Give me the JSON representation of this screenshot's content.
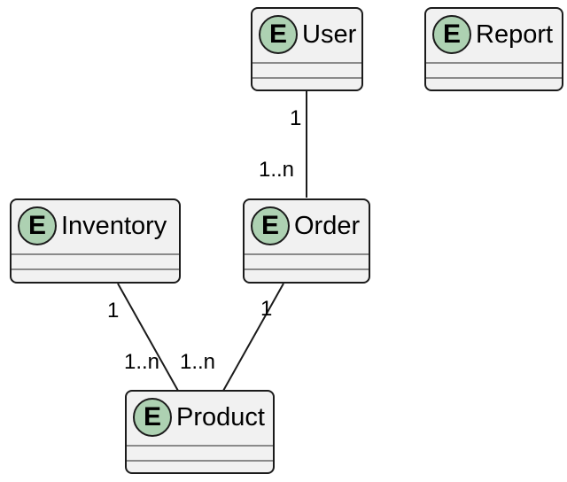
{
  "diagram": {
    "kind": "entity-relationship-diagram",
    "entities": [
      {
        "id": "user",
        "stereotype": "E",
        "name": "User"
      },
      {
        "id": "report",
        "stereotype": "E",
        "name": "Report"
      },
      {
        "id": "inventory",
        "stereotype": "E",
        "name": "Inventory"
      },
      {
        "id": "order",
        "stereotype": "E",
        "name": "Order"
      },
      {
        "id": "product",
        "stereotype": "E",
        "name": "Product"
      }
    ],
    "relations": [
      {
        "from": "User",
        "to": "Order",
        "from_card": "1",
        "to_card": "1..n"
      },
      {
        "from": "Inventory",
        "to": "Product",
        "from_card": "1",
        "to_card": "1..n"
      },
      {
        "from": "Order",
        "to": "Product",
        "from_card": "1",
        "to_card": "1..n"
      }
    ],
    "colors": {
      "background": "#ffffff",
      "entity_fill": "#f1f1f1",
      "entity_border": "#1b1b1b",
      "spot_fill": "#add1b2",
      "divider": "#8a8a8a",
      "edge": "#1b1b1b",
      "text": "#000000"
    }
  }
}
